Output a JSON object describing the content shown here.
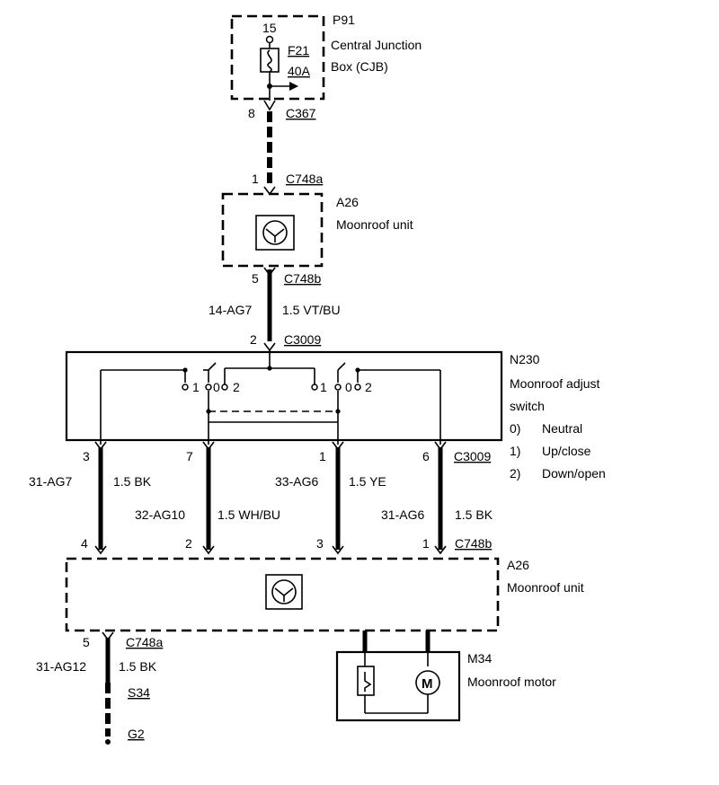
{
  "p91": {
    "id": "P91",
    "name_line1": "Central Junction",
    "name_line2": "Box (CJB)",
    "pin": "15",
    "fuse_id": "F21",
    "fuse_rating": "40A"
  },
  "c367": {
    "pin": "8",
    "id": "C367"
  },
  "c748a_top": {
    "pin": "1",
    "id": "C748a"
  },
  "a26_top": {
    "id": "A26",
    "name": "Moonroof unit"
  },
  "c748b_top": {
    "pin": "5",
    "id": "C748b"
  },
  "wire_top": {
    "circuit": "14-AG7",
    "spec": "1.5 VT/BU"
  },
  "c3009_top": {
    "pin": "2",
    "id": "C3009"
  },
  "n230": {
    "id": "N230",
    "name_line1": "Moonroof adjust",
    "name_line2": "switch",
    "legend": [
      {
        "key": "0)",
        "label": "Neutral"
      },
      {
        "key": "1)",
        "label": "Up/close"
      },
      {
        "key": "2)",
        "label": "Down/open"
      }
    ],
    "left_switch": {
      "p1": "1",
      "p0": "0",
      "p2": "2"
    },
    "right_switch": {
      "p1": "1",
      "p0": "0",
      "p2": "2"
    }
  },
  "c3009_bottom": {
    "pins": [
      "3",
      "7",
      "1",
      "6"
    ],
    "id": "C3009"
  },
  "wires_mid": [
    {
      "circuit": "31-AG7",
      "spec": "1.5 BK"
    },
    {
      "circuit": "32-AG10",
      "spec": "1.5 WH/BU"
    },
    {
      "circuit": "33-AG6",
      "spec": "1.5 YE"
    },
    {
      "circuit": "31-AG6",
      "spec": "1.5 BK"
    }
  ],
  "c748b_bottom": {
    "pins": [
      "4",
      "2",
      "3",
      "1"
    ],
    "id": "C748b"
  },
  "a26_bottom": {
    "id": "A26",
    "name": "Moonroof unit"
  },
  "c748a_bottom": {
    "pin": "5",
    "id": "C748a"
  },
  "wire_ground": {
    "circuit": "31-AG12",
    "spec": "1.5 BK"
  },
  "splice": {
    "id": "S34"
  },
  "ground": {
    "id": "G2"
  },
  "m34": {
    "id": "M34",
    "name": "Moonroof motor"
  }
}
